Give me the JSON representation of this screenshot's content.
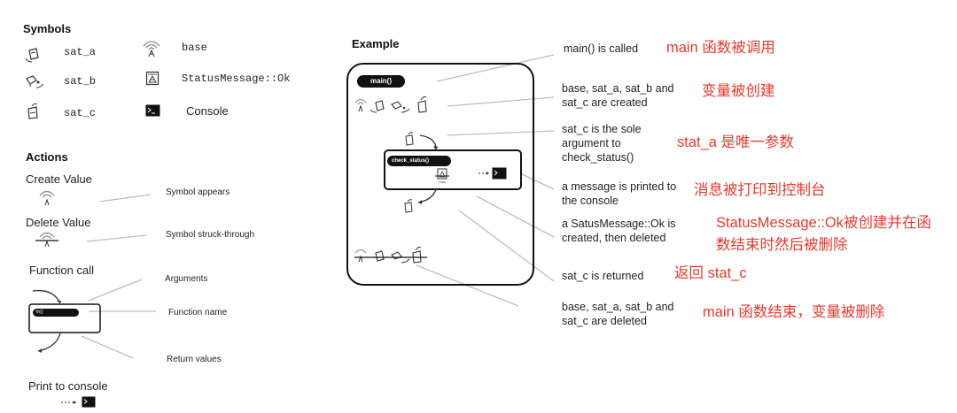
{
  "symbols": {
    "heading": "Symbols",
    "items": [
      {
        "name": "sat_a",
        "icon": "satellite-icon"
      },
      {
        "name": "sat_b",
        "icon": "satellite-icon"
      },
      {
        "name": "sat_c",
        "icon": "satellite-icon"
      },
      {
        "name": "base",
        "icon": "antenna-icon"
      },
      {
        "name": "StatusMessage::Ok",
        "icon": "status-message-icon"
      },
      {
        "name": "Console",
        "icon": "console-icon"
      }
    ]
  },
  "actions": {
    "heading": "Actions",
    "create_value": "Create Value",
    "symbol_appears": "Symbol appears",
    "delete_value": "Delete Value",
    "symbol_struck": "Symbol struck-through",
    "function_call": "Function call",
    "arguments": "Arguments",
    "function_name": "Function name",
    "return_values": "Return values",
    "print_to_console": "Print to console",
    "func_pill": "fn()"
  },
  "example": {
    "heading": "Example",
    "main_pill": "main()",
    "check_pill": "check_status()",
    "notes": [
      {
        "text": "main() is called",
        "cn": "main 函数被调用"
      },
      {
        "text": "base, sat_a, sat_b and sat_c are created",
        "cn": "变量被创建"
      },
      {
        "text": "sat_c is the sole argument to check_status()",
        "cn": "stat_a 是唯一参数"
      },
      {
        "text": "a message is printed to the console",
        "cn": "消息被打印到控制台"
      },
      {
        "text": "a SatusMessage::Ok is created, then deleted",
        "cn": "StatusMessage::Ok被创建并在函数结束时然后被删除"
      },
      {
        "text": "sat_c is returned",
        "cn": "返回 stat_c"
      },
      {
        "text": "base, sat_a, sat_b and sat_c are deleted",
        "cn": "main 函数结束，变量被删除"
      }
    ]
  }
}
